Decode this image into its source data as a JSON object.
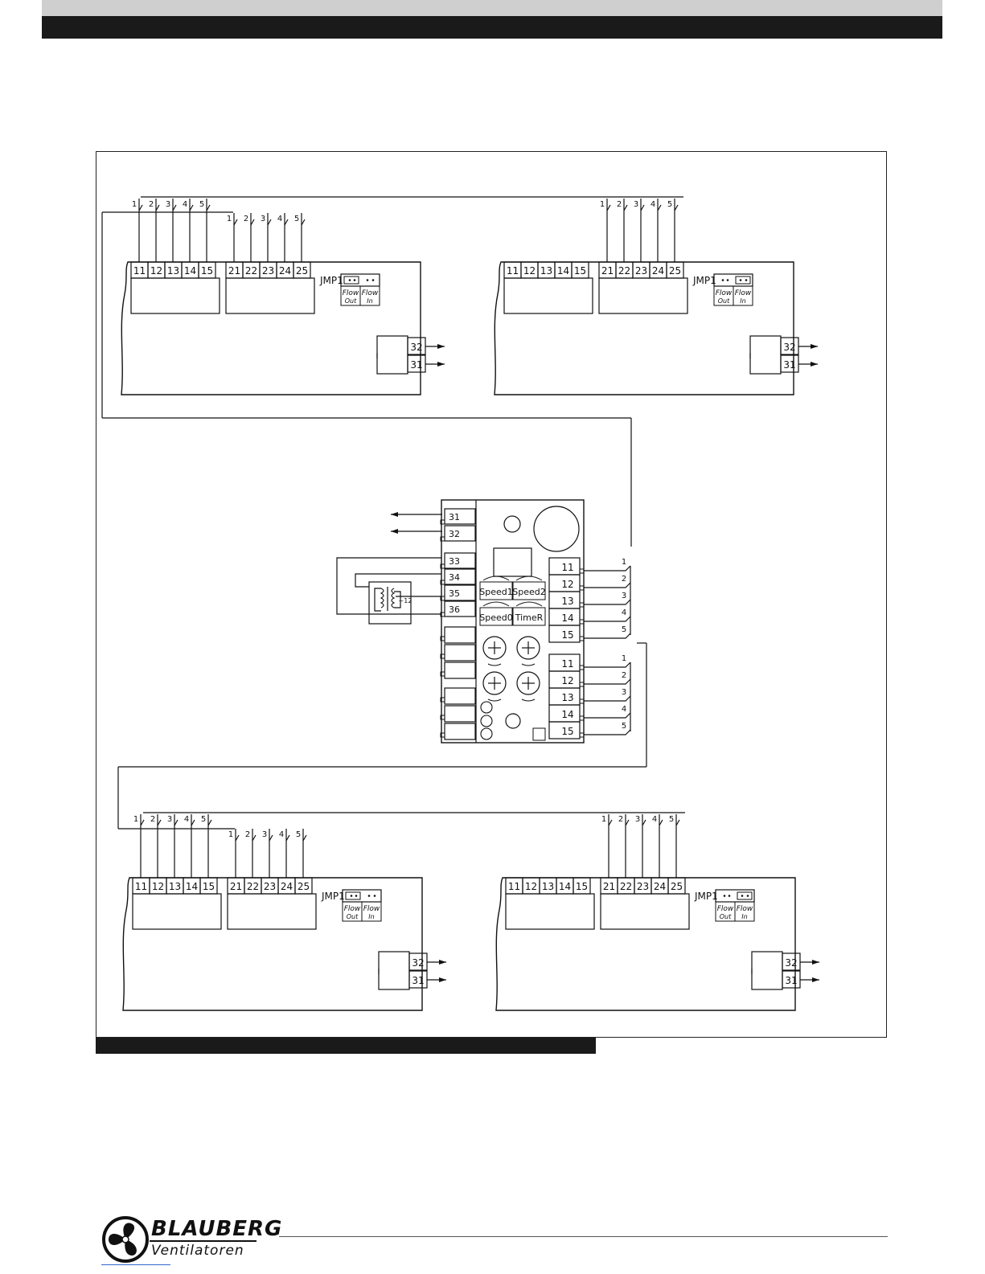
{
  "wire_numbers": [
    "1",
    "2",
    "3",
    "4",
    "5"
  ],
  "terminal_groups": {
    "group_1x": [
      "11",
      "12",
      "13",
      "14",
      "15"
    ],
    "group_2x": [
      "21",
      "22",
      "23",
      "24",
      "25"
    ]
  },
  "unit_labels": {
    "jumper": "JMP1",
    "flow_out_top": "Flow",
    "flow_out_bottom": "Out",
    "flow_in_top": "Flow",
    "flow_in_bottom": "In",
    "term_32": "32",
    "term_31": "31"
  },
  "controller": {
    "left_terminals": [
      "31",
      "32",
      "33",
      "34",
      "35",
      "36"
    ],
    "right_terminals": [
      "11",
      "12",
      "13",
      "14",
      "15"
    ],
    "pots": [
      "Speed1",
      "Speed2",
      "Speed0",
      "TimeR"
    ],
    "transformer_label": "~12"
  },
  "brand": {
    "name": "BLAUBERG",
    "sub": "Ventilatoren"
  },
  "colors": {
    "line": "#111111",
    "dark_bar": "#1a1a1a",
    "light_bar": "#cfcfcf"
  }
}
